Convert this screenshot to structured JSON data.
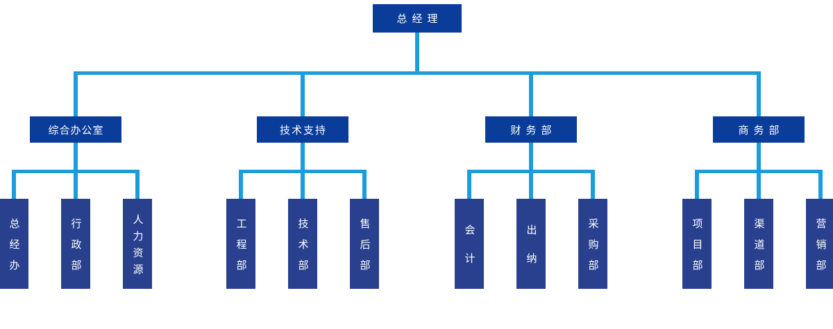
{
  "diagram": {
    "root": {
      "label": "总经理"
    },
    "departments": [
      {
        "label": "综合办公室",
        "children": [
          {
            "label": "总经办"
          },
          {
            "label": "行政部"
          },
          {
            "label": "人力资源"
          }
        ]
      },
      {
        "label": "技术支持",
        "children": [
          {
            "label": "工程部"
          },
          {
            "label": "技术部"
          },
          {
            "label": "售后部"
          }
        ]
      },
      {
        "label": "财务部",
        "children": [
          {
            "label": "会计"
          },
          {
            "label": "出纳"
          },
          {
            "label": "采购部"
          }
        ]
      },
      {
        "label": "商务部",
        "children": [
          {
            "label": "项目部"
          },
          {
            "label": "渠道部"
          },
          {
            "label": "营销部"
          }
        ]
      }
    ]
  },
  "colors": {
    "primary_box": "#0a3c99",
    "secondary_box": "#28408e",
    "connector": "#1b9ddb",
    "text": "#ffffff",
    "background": "#ffffff"
  }
}
